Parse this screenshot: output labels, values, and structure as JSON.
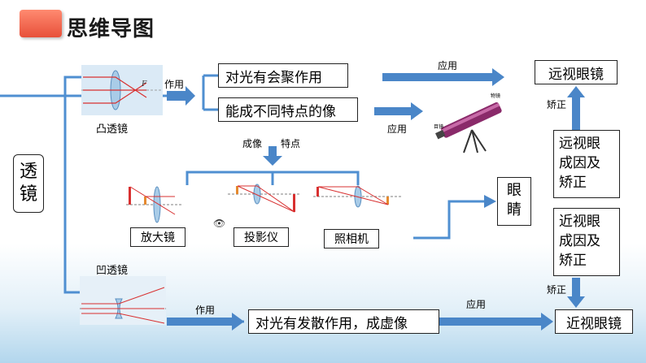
{
  "title": "思维导图",
  "root": {
    "char1": "透",
    "char2": "镜"
  },
  "convex": {
    "label": "凸透镜",
    "arrow_label": "作用",
    "focus_mark": "F",
    "effect1": "对光有会聚作用",
    "effect2": "能成不同特点的像",
    "apply_label_top": "应用",
    "apply_label_mid": "应用",
    "imaging_label_a": "成像",
    "imaging_label_b": "特点",
    "telescope_labels": {
      "objective": "物镜",
      "eyepiece": "目镜"
    }
  },
  "applications": {
    "magnifier": "放大镜",
    "projector": "投影仪",
    "camera": "照相机"
  },
  "eye": {
    "line1": "眼",
    "line2": "睛"
  },
  "concave": {
    "label": "凹透镜",
    "arrow_label": "作用",
    "effect": "对光有发散作用，成虚像",
    "apply_label": "应用"
  },
  "right_column": {
    "far_glasses": "远视眼镜",
    "correct_up": "矫正",
    "far_cause": [
      "远视眼",
      "成因及",
      "矫正"
    ],
    "near_cause": [
      "近视眼",
      "成因及",
      "矫正"
    ],
    "correct_down": "矫正",
    "near_glasses": "近视眼镜"
  },
  "colors": {
    "arrow_blue": "#4a86c8",
    "line_blue": "#4f8fd1",
    "title_red": "#e8503a",
    "ray_red": "#d83030"
  }
}
